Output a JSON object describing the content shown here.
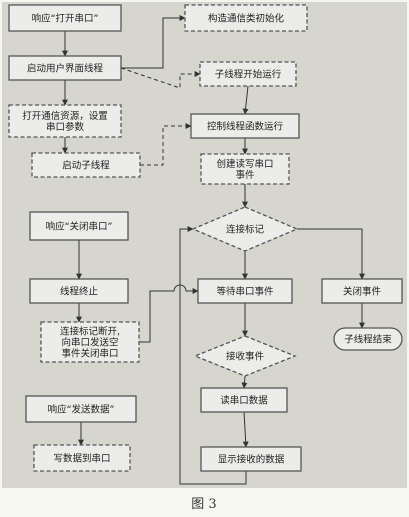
{
  "diagram": {
    "caption": "图 3",
    "colors": {
      "page": "#f7f7f2",
      "panel": "#d6d6cf",
      "box_fill": "#ececea",
      "box_stroke": "#555555",
      "line": "#333333"
    },
    "nodes": [
      {
        "id": "n1",
        "label": "响应“打开串口”",
        "shape": "rect",
        "style": "solid"
      },
      {
        "id": "n2",
        "label": "启动用户界面线程",
        "shape": "rect",
        "style": "solid"
      },
      {
        "id": "n3",
        "label": [
          "打开通信资源，设置",
          "串口参数"
        ],
        "shape": "rect",
        "style": "dashed"
      },
      {
        "id": "n4",
        "label": "启动子线程",
        "shape": "rect",
        "style": "dashed"
      },
      {
        "id": "n5",
        "label": "构造通信类初始化",
        "shape": "rect",
        "style": "dashed"
      },
      {
        "id": "n6",
        "label": "子线程开始运行",
        "shape": "rect",
        "style": "dashed"
      },
      {
        "id": "n7",
        "label": "控制线程函数运行",
        "shape": "rect",
        "style": "solid"
      },
      {
        "id": "n8",
        "label": [
          "创建读写串口",
          "事件"
        ],
        "shape": "rect",
        "style": "dashed"
      },
      {
        "id": "n9",
        "label": "连接标记",
        "shape": "diamond",
        "style": "dashed"
      },
      {
        "id": "n10",
        "label": "等待串口事件",
        "shape": "rect",
        "style": "solid"
      },
      {
        "id": "n11",
        "label": "关闭事件",
        "shape": "rect",
        "style": "solid"
      },
      {
        "id": "n12",
        "label": "子线程结束",
        "shape": "rounded",
        "style": "solid"
      },
      {
        "id": "n13",
        "label": "接收事件",
        "shape": "diamond",
        "style": "dashed"
      },
      {
        "id": "n14",
        "label": "读串口数据",
        "shape": "rect",
        "style": "solid"
      },
      {
        "id": "n15",
        "label": "显示接收的数据",
        "shape": "rect",
        "style": "solid"
      },
      {
        "id": "n16",
        "label": "响应“关闭串口”",
        "shape": "rect",
        "style": "solid"
      },
      {
        "id": "n17",
        "label": "线程终止",
        "shape": "rect",
        "style": "solid"
      },
      {
        "id": "n18",
        "label": [
          "连接标记断开,",
          "向串口发送空",
          "事件关闭串口"
        ],
        "shape": "rect",
        "style": "dashed"
      },
      {
        "id": "n19",
        "label": "响应“发送数据”",
        "shape": "rect",
        "style": "solid"
      },
      {
        "id": "n20",
        "label": "写数据到串口",
        "shape": "rect",
        "style": "dashed"
      }
    ],
    "edges": [
      {
        "from": "n1",
        "to": "n2"
      },
      {
        "from": "n2",
        "to": "n3"
      },
      {
        "from": "n3",
        "to": "n4"
      },
      {
        "from": "n2",
        "to": "n5"
      },
      {
        "from": "n2",
        "to": "n6"
      },
      {
        "from": "n4",
        "to": "n7"
      },
      {
        "from": "n6",
        "to": "n7"
      },
      {
        "from": "n7",
        "to": "n8"
      },
      {
        "from": "n8",
        "to": "n9"
      },
      {
        "from": "n9",
        "to": "n10"
      },
      {
        "from": "n9",
        "to": "n11"
      },
      {
        "from": "n11",
        "to": "n12"
      },
      {
        "from": "n10",
        "to": "n13"
      },
      {
        "from": "n13",
        "to": "n14"
      },
      {
        "from": "n14",
        "to": "n15"
      },
      {
        "from": "n15",
        "to": "n9"
      },
      {
        "from": "n16",
        "to": "n17"
      },
      {
        "from": "n17",
        "to": "n18"
      },
      {
        "from": "n18",
        "to": "n10"
      },
      {
        "from": "n19",
        "to": "n20"
      }
    ]
  }
}
